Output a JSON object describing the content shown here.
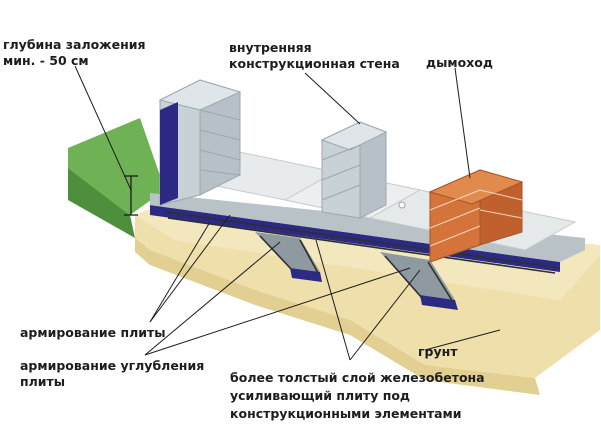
{
  "labels": {
    "depth": [
      "глубина заложения",
      "мин. - 50 см"
    ],
    "inner_wall": [
      "внутренняя",
      "конструкционная стена"
    ],
    "chimney": "дымоход",
    "slab_rebar": "армирование плиты",
    "recess_rebar": [
      "армирование углубления",
      "плиты"
    ],
    "soil": "грунт",
    "thicker_layer": [
      "более толстый слой железобетона",
      "усиливающий плиту под",
      "конструкционными элементами"
    ]
  },
  "colors": {
    "soil": "#efe2b4",
    "grass": "#5fa94a",
    "slab_top": "#e9ebec",
    "insulation": "#2d2a86",
    "chimney_brick": "#d4733a",
    "block": "#c9d1d6"
  }
}
